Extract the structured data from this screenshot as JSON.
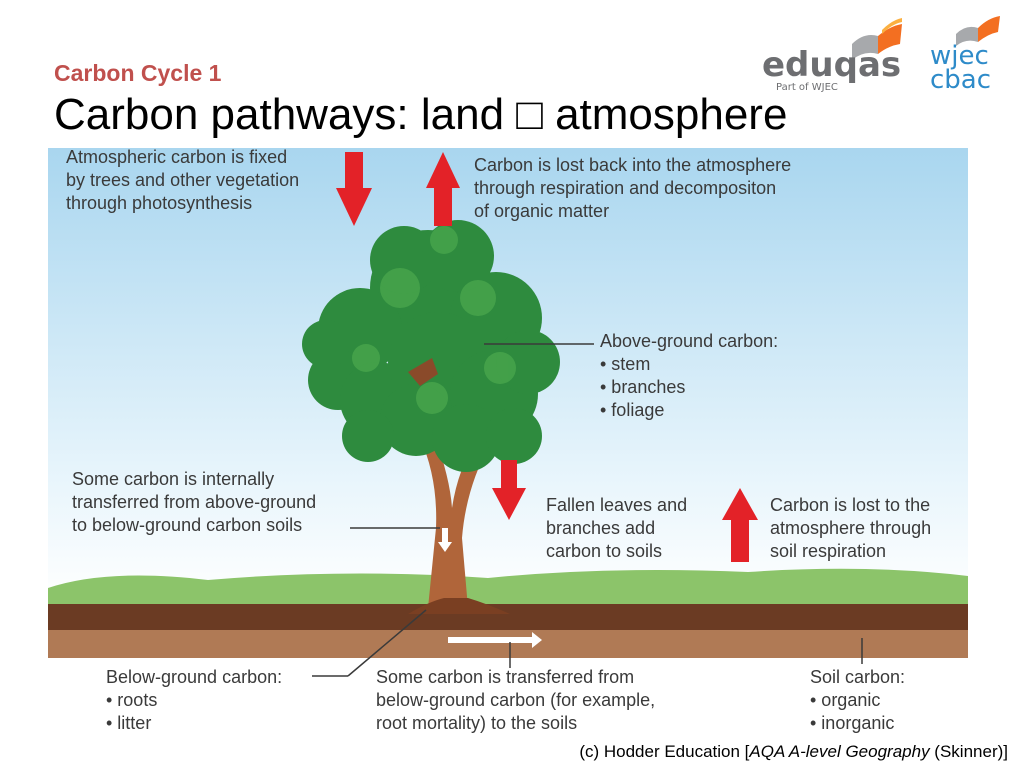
{
  "header": {
    "subtitle": "Carbon Cycle 1",
    "title": "Carbon pathways: land □ atmosphere"
  },
  "logos": {
    "eduqas": {
      "text": "eduqas",
      "tagline": "Part of WJEC"
    },
    "wjec": {
      "line1": "wjec",
      "line2": "cbac"
    }
  },
  "labels": {
    "fixed": [
      "Atmospheric carbon is fixed",
      "by trees and other vegetation",
      "through photosynthesis"
    ],
    "lost": [
      "Carbon is lost back into the atmosphere",
      "through respiration and decompositon",
      "of organic matter"
    ],
    "above_ground": {
      "heading": "Above-ground carbon:",
      "items": [
        "• stem",
        "• branches",
        "• foliage"
      ]
    },
    "internal": [
      "Some carbon is internally",
      "transferred from above-ground",
      "to below-ground carbon soils"
    ],
    "fallen": [
      "Fallen leaves and",
      "branches add",
      "carbon to soils"
    ],
    "soil_resp": [
      "Carbon is lost to the",
      "atmosphere through",
      "soil respiration"
    ],
    "below_ground": {
      "heading": "Below-ground carbon:",
      "items": [
        "• roots",
        "• litter"
      ]
    },
    "transfer": [
      "Some carbon is transferred from",
      "below-ground carbon (for example,",
      "root mortality) to the soils"
    ],
    "soil_carbon": {
      "heading": "Soil carbon:",
      "items": [
        "• organic",
        "• inorganic"
      ]
    }
  },
  "caption": {
    "prefix": "(c) Hodder Education [",
    "book": "AQA A-level Geography",
    "suffix": " (Skinner)]"
  },
  "colors": {
    "subtitle": "#c0504d",
    "arrow": "#e32228",
    "foliage": "#2e8b3e",
    "trunk": "#b0653a",
    "grass": "#8cc46a",
    "soil_dark": "#6b3b23",
    "soil_light": "#b07a55",
    "sky_top": "#a9d6ef",
    "eduqas_text": "#6d6e71",
    "wjec_text": "#2e8bc9"
  }
}
